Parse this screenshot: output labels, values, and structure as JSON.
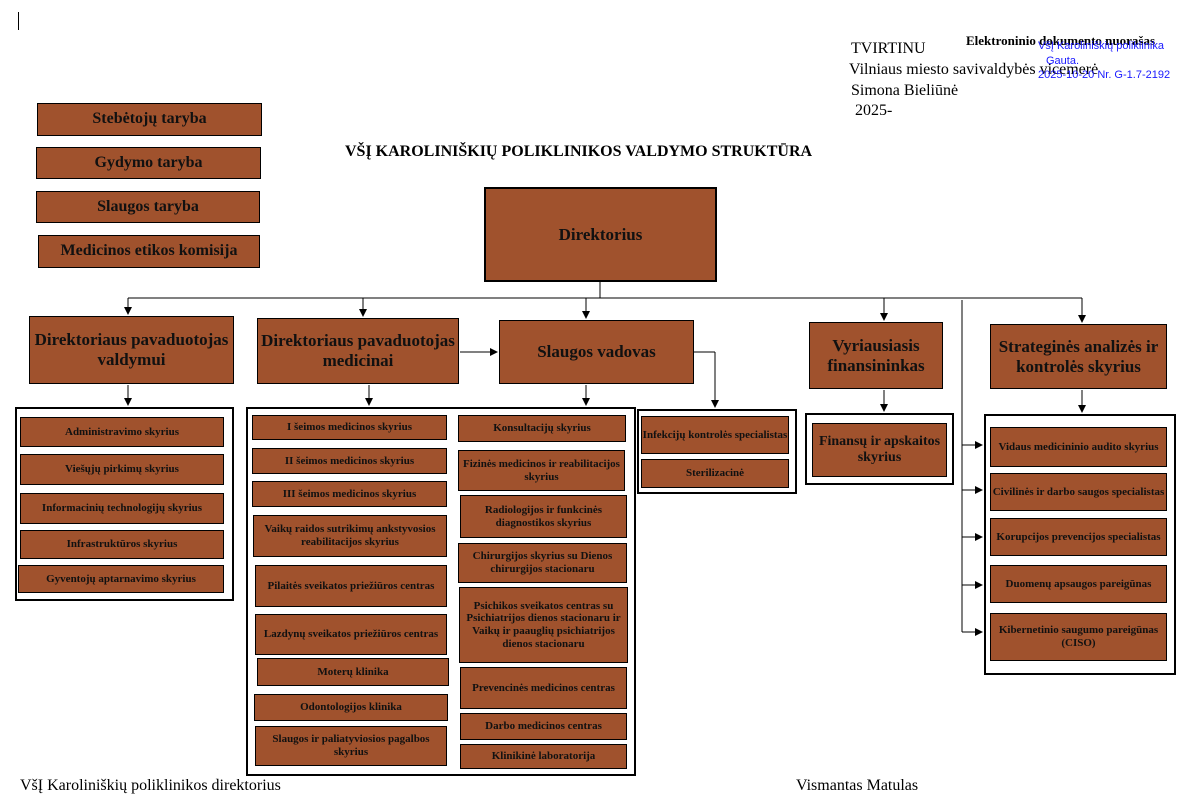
{
  "header": {
    "approve": "TVIRTINU",
    "approver_title": "Vilniaus miesto savivaldybės vicemerė",
    "approver_name": "Simona Bieliūnė",
    "year": "2025-"
  },
  "stamp": {
    "title": "Elektroninio dokumento nuorašas",
    "org": "VšĮ Karoliniškių poliklinika",
    "received": "Gauta.",
    "reg": "2025-10-20 Nr. G-1.7-2192"
  },
  "councils": [
    "Stebėtojų taryba",
    "Gydymo taryba",
    "Slaugos taryba",
    "Medicinos etikos komisija"
  ],
  "title": "VŠĮ KAROLINIŠKIŲ POLIKLINIKOS VALDYMO STRUKTŪRA",
  "director": "Direktorius",
  "deputy_admin": {
    "label": "Direktoriaus pavaduotojas valdymui",
    "units": [
      "Administravimo skyrius",
      "Viešųjų pirkimų  skyrius",
      "Informacinių technologijų  skyrius",
      "Infrastruktūros  skyrius",
      "Gyventojų aptarnavimo skyrius"
    ]
  },
  "deputy_med": {
    "label": "Direktoriaus pavaduotojas medicinai",
    "units_left": [
      "I šeimos medicinos skyrius",
      "II šeimos medicinos skyrius",
      "III šeimos medicinos  skyrius",
      "Vaikų raidos sutrikimų ankstyvosios reabilitacijos skyrius",
      "Pilaitės sveikatos priežiūros centras",
      "Lazdynų sveikatos priežiūros centras",
      "Moterų klinika",
      "Odontologijos klinika",
      "Slaugos ir paliatyviosios pagalbos skyrius"
    ],
    "units_right": [
      "Konsultacijų skyrius",
      "Fizinės medicinos ir reabilitacijos skyrius",
      "Radiologijos ir funkcinės diagnostikos skyrius",
      "Chirurgijos skyrius su Dienos chirurgijos stacionaru",
      "Psichikos sveikatos centras su  Psichiatrijos dienos stacionaru ir Vaikų ir paauglių psichiatrijos dienos stacionaru",
      "Prevencinės medicinos centras",
      "Darbo medicinos centras",
      "Klinikinė laboratorija"
    ]
  },
  "nursing": {
    "label": "Slaugos vadovas",
    "units": [
      "Infekcijų kontrolės specialistas",
      "Sterilizacinė"
    ]
  },
  "finance": {
    "label": "Vyriausiasis finansininkas",
    "units": [
      "Finansų ir apskaitos skyrius"
    ]
  },
  "strategy": {
    "label": "Strateginės analizės ir kontrolės skyrius",
    "units": [
      "Vidaus medicininio audito skyrius",
      "Civilinės ir darbo saugos specialistas",
      "Korupcijos prevencijos specialistas",
      "Duomenų apsaugos pareigūnas",
      "Kibernetinio saugumo pareigūnas (CISO)"
    ]
  },
  "footer": {
    "left": "VšĮ Karoliniškių poliklinikos direktorius",
    "right": "Vismantas Matulas"
  },
  "colors": {
    "box_fill": "#a0522d",
    "stamp": "#1a1aff"
  }
}
